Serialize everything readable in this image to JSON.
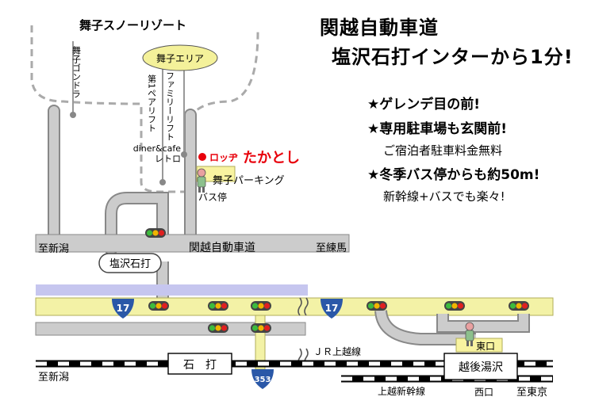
{
  "headline": {
    "line1": "関越自動車道",
    "line2": "塩沢石打インターから1分!"
  },
  "points": [
    {
      "text": "★ゲレンデ目の前!",
      "style": "bold"
    },
    {
      "text": "★専用駐車場も玄関前!",
      "style": "bold"
    },
    {
      "text": "ご宿泊者駐車料金無料",
      "style": "normal"
    },
    {
      "text": "★冬季バス停からも約50m!",
      "style": "bold"
    },
    {
      "text": "新幹線+バスでも楽々!",
      "style": "normal"
    }
  ],
  "map": {
    "resort": "舞子スノーリゾート",
    "area_label": "舞子エリア",
    "gondola": "舞子ゴンドラ",
    "pair_lift": "第1ペアリフト",
    "family_lift": "ファミリーリフト",
    "diner_line1": "diner&cafe",
    "diner_line2": "レトロ",
    "lodge_prefix": "ロッヂ",
    "lodge_name": "たかとし",
    "parking": "舞子パーキング",
    "bus_stop": "バス停",
    "expressway": "関越自動車道",
    "to_niigata_top": "至新潟",
    "to_nerima": "至練馬",
    "interchange": "塩沢石打",
    "route17": "17",
    "route353": "353",
    "ishiuchi": "石　打",
    "jr_joetsu": "ＪＲ上越線",
    "to_niigata_bottom": "至新潟",
    "echigo_yuzawa": "越後湯沢",
    "east_exit": "東口",
    "west_exit": "西口",
    "joetsu_shinkansen": "上越新幹線",
    "to_tokyo": "至東京"
  },
  "colors": {
    "road_gray": "#cccccc",
    "road_edge": "#888888",
    "route17_yellow": "#f3f2a6",
    "expressway_lavender": "#c6c6ef",
    "lodge_red": "#e8000b",
    "route_sign_blue": "#2a58a8",
    "parking_yellow": "#f8f3a0"
  }
}
